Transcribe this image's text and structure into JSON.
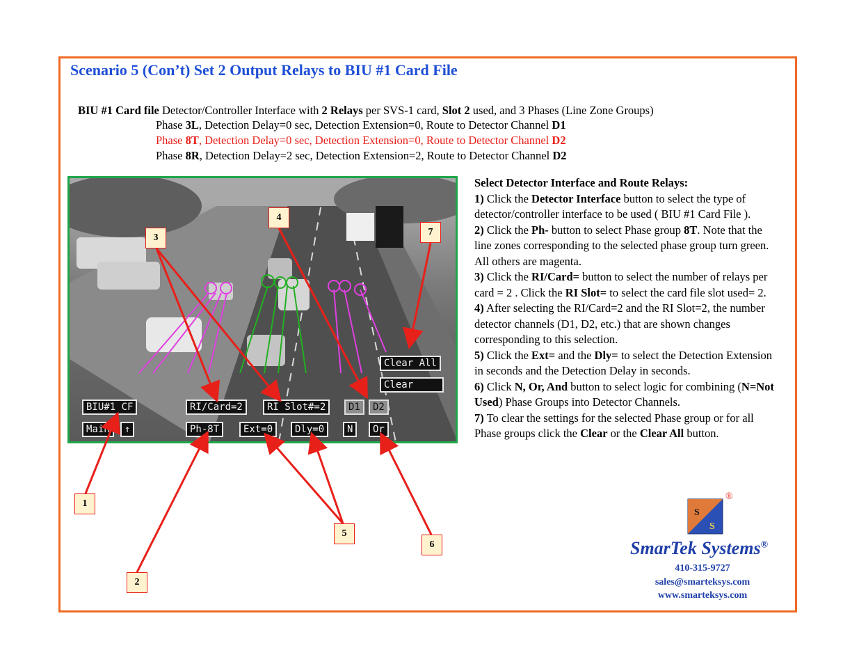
{
  "title": "Scenario 5  (Con’t) Set 2 Output Relays to BIU #1 Card File",
  "intro": {
    "b1": "BIU #1 Card file",
    "t1": " Detector/Controller Interface with ",
    "b2": "2 Relays",
    "t2": " per SVS-1 card, ",
    "b3": "Slot 2",
    "t3": " used, and 3 Phases (Line Zone Groups)"
  },
  "phases": [
    {
      "pre": "Phase  ",
      "id": "3L",
      "text": ",  Detection Delay=0 sec, Detection Extension=0, Route to Detector Channel ",
      "ch": "D1"
    },
    {
      "pre": "Phase  ",
      "id": "8T",
      "text": ",  Detection Delay=0 sec, Detection Extension=0, Route to Detector Channel ",
      "ch": "D2"
    },
    {
      "pre": "Phase  ",
      "id": "8R",
      "text": ",  Detection Delay=2 sec, Detection Extension=2, Route to Detector Channel ",
      "ch": "D2"
    }
  ],
  "video_buttons": {
    "biu": "BIU#1 CF",
    "ri_card": "RI/Card=2",
    "ri_slot": "RI Slot#=2",
    "d1": "D1",
    "d2": "D2",
    "clear_all": "Clear All",
    "clear": "Clear",
    "main": "Main",
    "up": "↑",
    "ph": "Ph-8T",
    "ext": "Ext=0",
    "dly": "Dly=0",
    "n": "N",
    "or": "Or"
  },
  "callouts": [
    "1",
    "2",
    "3",
    "4",
    "5",
    "6",
    "7"
  ],
  "instructions": {
    "heading": "Select Detector Interface and Route Relays:",
    "s1": {
      "n": "1)",
      "a": "  Click the ",
      "b": "Detector Interface",
      "c": " button to select the type of detector/controller interface to be used ( BIU #1 Card File )."
    },
    "s2": {
      "n": "2)",
      "a": " Click the ",
      "b": "Ph-",
      "c": " button to select Phase group ",
      "d": "8T",
      "e": ".  Note that the line zones corresponding to the selected phase group turn green.  All others are magenta."
    },
    "s3": {
      "n": "3)",
      "a": " Click the ",
      "b": "RI/Card=",
      "c": "  button to select the number of relays per card = 2 .  Click the ",
      "d": "RI Slot=",
      "e": " to select the card file slot used= 2."
    },
    "s4": {
      "n": "4)",
      "a": "  After selecting the RI/Card=2 and the RI Slot=2, the number detector channels  (D1, D2, etc.) that are shown changes corresponding to this selection."
    },
    "s5": {
      "n": "5)",
      "a": "  Click the ",
      "b": "Ext=",
      "c": " and the ",
      "d": "Dly=",
      "e": " to select the Detection Extension in seconds and the Detection Delay in seconds."
    },
    "s6": {
      "n": "6)",
      "a": " Click ",
      "b": "N, Or, And",
      "c": " button to select logic for combining (",
      "d": "N=Not Used",
      "e": ") Phase Groups into Detector Channels."
    },
    "s7": {
      "n": "7)",
      "a": "  To clear the settings for the selected Phase group or for all Phase groups click the ",
      "b": "Clear",
      "c": " or the ",
      "d": "Clear All",
      "e": " button."
    }
  },
  "company": {
    "name": "SmarTek Systems",
    "reg": "®",
    "logo_letters": [
      "S",
      "S"
    ],
    "phone": "410-315-9727",
    "email": "sales@smarteksys.com",
    "web": "www.smarteksys.com"
  },
  "colors": {
    "title": "#1f4fd6",
    "border": "#f06a26",
    "video_border": "#1fa64a",
    "arrow": "#e8201a",
    "brand": "#1f3fa8",
    "green_zone": "#22b022",
    "magenta_zone": "#e040e0"
  }
}
